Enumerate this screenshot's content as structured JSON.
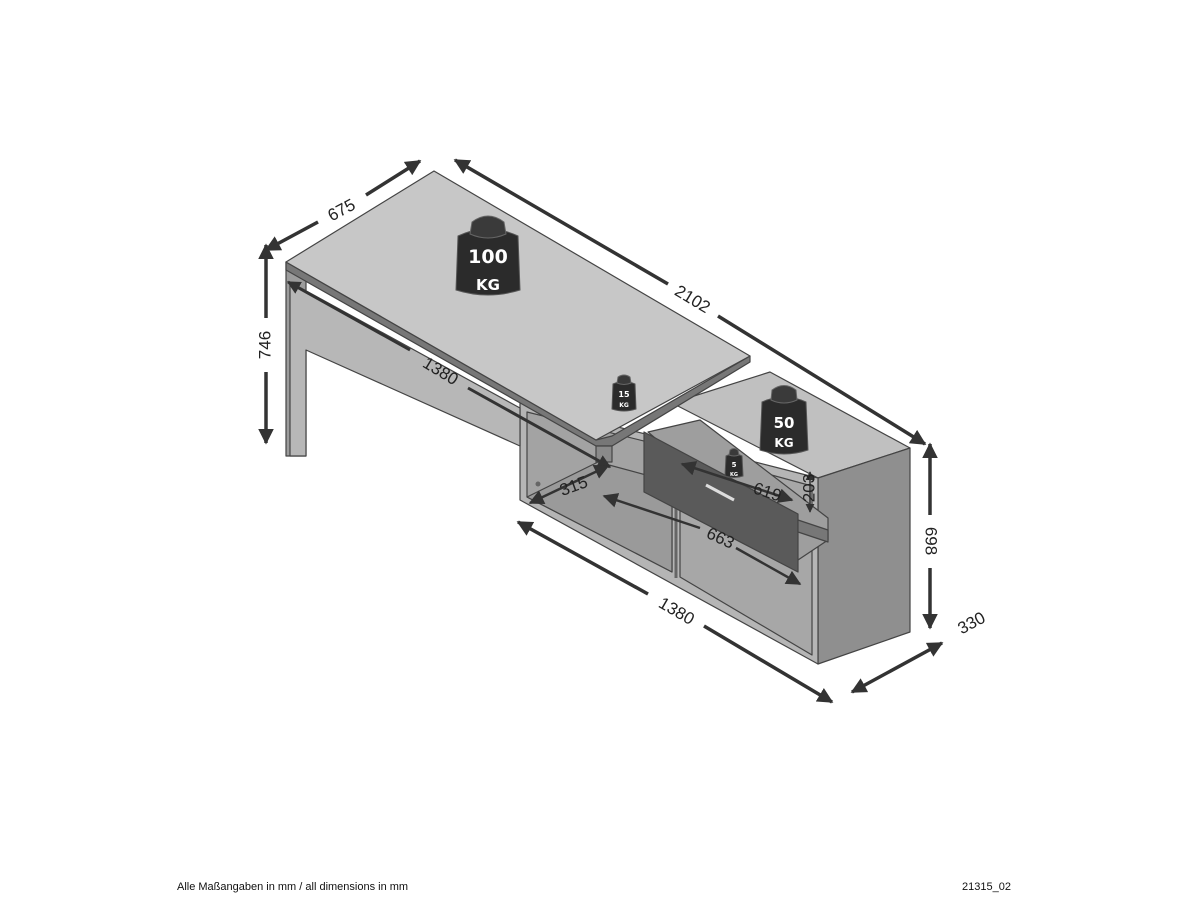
{
  "dimensions": {
    "desk_depth": "675",
    "total_length": "2102",
    "desk_height": "746",
    "desk_inner_length": "1380",
    "cabinet_length": "1380",
    "cabinet_height": "698",
    "cabinet_depth": "330",
    "shelf_depth": "315",
    "drawer_depth": "619",
    "drawer_height": "203",
    "compartment_width": "663"
  },
  "weights": {
    "desk_top": {
      "value": "100",
      "unit": "KG"
    },
    "cabinet_top": {
      "value": "50",
      "unit": "KG"
    },
    "shelf": {
      "value": "15",
      "unit": "KG"
    },
    "drawer": {
      "value": "5",
      "unit": "KG"
    }
  },
  "footer": {
    "note": "Alle Maßangaben in mm / all dimensions in mm",
    "code": "21315_02"
  },
  "colors": {
    "panel_light": "#c4c4c4",
    "panel_mid": "#a9a9a9",
    "panel_dark": "#8f8f8f",
    "drawer_front": "#5a5a5a",
    "weight": "#2b2b2b",
    "arrow": "#333333"
  }
}
